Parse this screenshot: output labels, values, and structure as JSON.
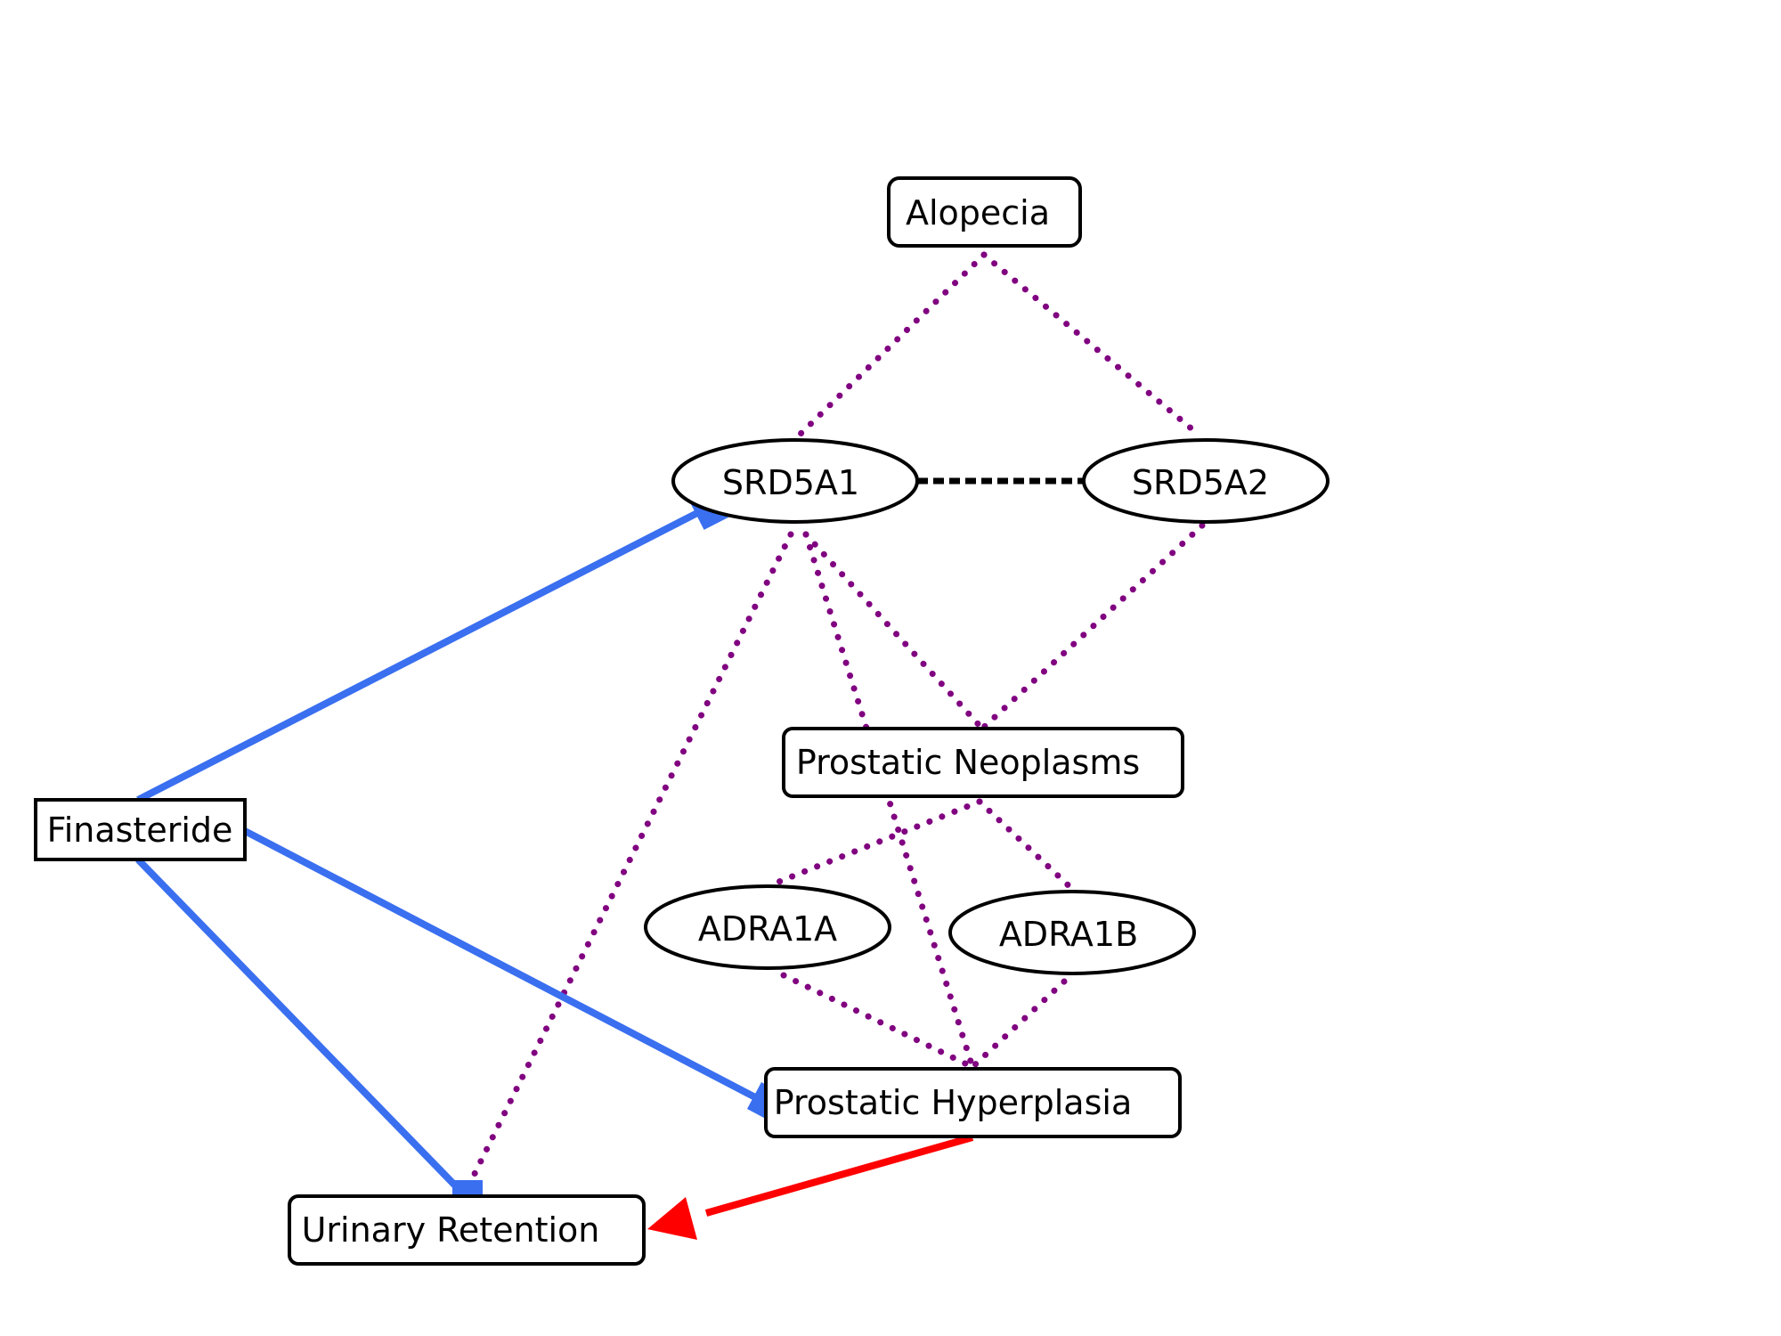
{
  "nodes": {
    "alopecia": {
      "label": "Alopecia"
    },
    "srd5a1": {
      "label": "SRD5A1"
    },
    "srd5a2": {
      "label": "SRD5A2"
    },
    "finasteride": {
      "label": "Finasteride"
    },
    "prostatic_neoplasms": {
      "label": "Prostatic Neoplasms"
    },
    "adra1a": {
      "label": "ADRA1A"
    },
    "adra1b": {
      "label": "ADRA1B"
    },
    "prostatic_hyperplasia": {
      "label": "Prostatic Hyperplasia"
    },
    "urinary_retention": {
      "label": "Urinary Retention"
    }
  },
  "colors": {
    "inhibition_edge": "#3a6ff0",
    "association_edge": "#800080",
    "gene_gene_edge": "#000000",
    "causal_edge": "#ff0000"
  }
}
